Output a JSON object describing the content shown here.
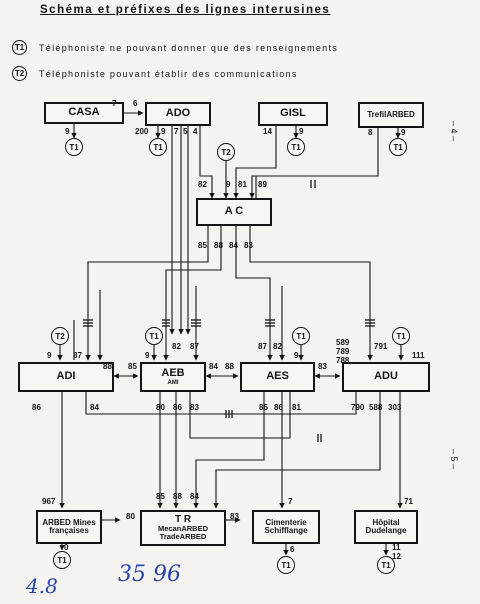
{
  "title": "Schéma et préfixes des lignes interusines",
  "legend": [
    {
      "symbol": "T1",
      "text": "Téléphoniste ne pouvant donner que des renseignements"
    },
    {
      "symbol": "T2",
      "text": "Téléphoniste pouvant établir des communications"
    }
  ],
  "boxes": {
    "casa": "CASA",
    "ado": "ADO",
    "gisl": "GISL",
    "trefil": "TrefilARBED",
    "ac": "A C",
    "adi": "ADI",
    "aeb": "AEB",
    "aeb_sub": "AMI",
    "aes": "AES",
    "adu": "ADU",
    "arbed_mines_1": "ARBED Mines",
    "arbed_mines_2": "françaises",
    "tr": "T R",
    "tr_sub1": "MecanARBED",
    "tr_sub2": "TradeARBED",
    "cim_1": "Cimenterie",
    "cim_2": "Schifflange",
    "hop_1": "Hôpital",
    "hop_2": "Dudelange"
  },
  "operators": {
    "t1": "T1",
    "t2": "T2"
  },
  "labels": {
    "casa_ado_a": "7",
    "casa_ado_b": "6",
    "casa_t1": "9",
    "ado_200": "200",
    "ado_9": "9",
    "ado_7": "7",
    "ado_5": "5",
    "ado_4": "4",
    "gisl_14": "14",
    "gisl_9": "9",
    "trefil_8": "8",
    "trefil_9": "9",
    "ac_82": "82",
    "ac_9": "9",
    "ac_81": "81",
    "ac_89": "89",
    "ac_85": "85",
    "ac_88": "88",
    "ac_84": "84",
    "ac_83": "83",
    "adi_9": "9",
    "adi_87": "87",
    "adi_88": "88",
    "adi_86": "86",
    "adi_84": "84",
    "aeb_85": "85",
    "aeb_9": "9",
    "aeb_82": "82",
    "aeb_87": "87",
    "aeb_84": "84",
    "aeb_80": "80",
    "aeb_86": "86",
    "aeb_83": "83",
    "aes_88": "88",
    "aes_87": "87",
    "aes_82": "82",
    "aes_9": "9",
    "aes_83": "83",
    "aes_85": "85",
    "aes_86": "86",
    "aes_81": "81",
    "adu_589": "589",
    "adu_789": "789",
    "adu_788": "788",
    "adu_791": "791",
    "adu_111": "111",
    "adu_790": "790",
    "adu_588": "588",
    "adu_303": "303",
    "arbed_967": "967",
    "arbed_0": "0",
    "tr_85": "85",
    "tr_88": "88",
    "tr_84": "84",
    "tr_80": "80",
    "tr_83": "83",
    "cim_7": "7",
    "cim_6": "6",
    "hop_71": "71",
    "hop_11": "11",
    "hop_12": "12"
  },
  "page_marks": {
    "p4": "– 4 –",
    "p5": "– 5 –"
  },
  "handwritten": {
    "a": "4.8",
    "b": "35 96"
  },
  "colors": {
    "ink": "#141414",
    "paper": "#f4f3f0",
    "handwriting": "#2b46a8"
  }
}
